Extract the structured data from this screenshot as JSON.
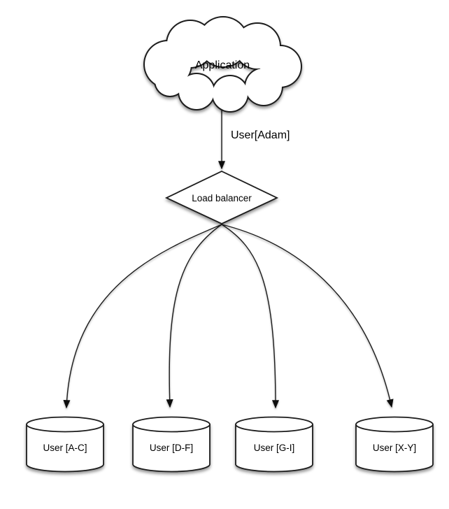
{
  "diagram": {
    "cloud": {
      "label": "Application"
    },
    "request_edge": {
      "label": "User[Adam]"
    },
    "load_balancer": {
      "label": "Load balancer"
    },
    "shards": [
      {
        "label": "User [A-C]"
      },
      {
        "label": "User [D-F]"
      },
      {
        "label": "User [G-I]"
      },
      {
        "label": "User [X-Y]"
      }
    ],
    "colors": {
      "stroke": "#1b1b1b",
      "shape_fill": "#ffffff",
      "background": "#ffffff",
      "text": "#000000"
    }
  }
}
